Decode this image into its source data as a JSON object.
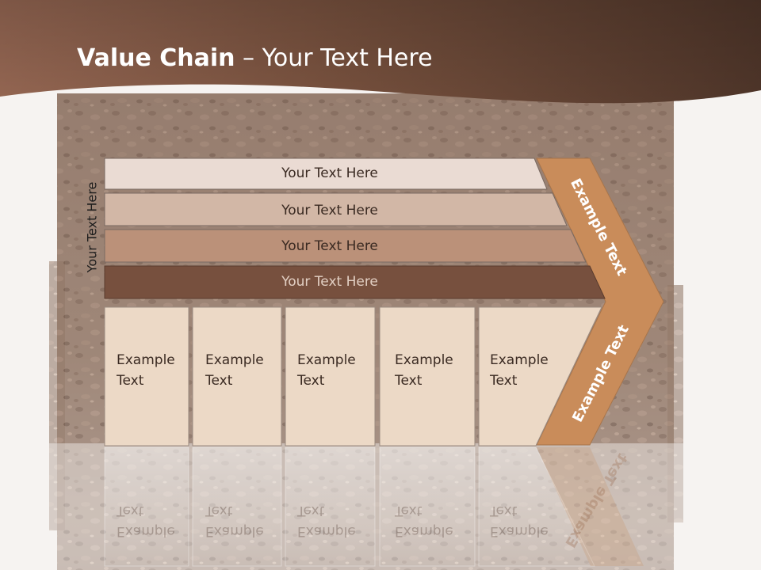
{
  "title": {
    "bold": "Value Chain",
    "rest": " – Your Text Here"
  },
  "side_label": "Your Text Here",
  "rows": [
    {
      "label": "Your Text Here",
      "color": "#eadbd3"
    },
    {
      "label": "Your Text Here",
      "color": "#d2b7a6"
    },
    {
      "label": "Your Text Here",
      "color": "#bb9179"
    },
    {
      "label": "Your Text Here",
      "color": "#77503e"
    }
  ],
  "columns": [
    {
      "line1": "Example",
      "line2": "Text"
    },
    {
      "line1": "Example",
      "line2": "Text"
    },
    {
      "line1": "Example",
      "line2": "Text"
    },
    {
      "line1": "Example",
      "line2": "Text"
    },
    {
      "line1": "Example",
      "line2": "Text"
    }
  ],
  "arrow": {
    "upper": "Example Text",
    "lower": "Example Text",
    "color": "#c98c5a"
  },
  "colors": {
    "header": "#6e4a36",
    "column_fill": "#ecd9c6"
  }
}
